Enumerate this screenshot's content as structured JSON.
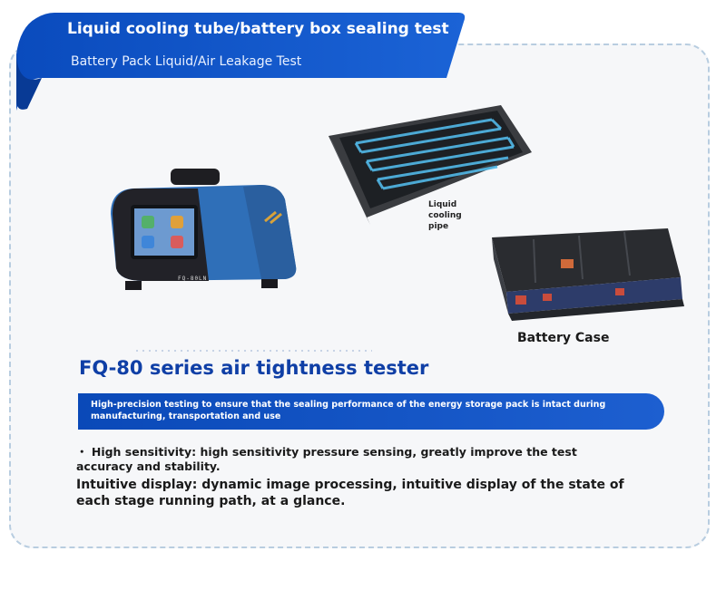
{
  "banner": {
    "title": "Liquid cooling tube/battery box sealing test",
    "subtitle": "Battery Pack Liquid/Air Leakage Test"
  },
  "images": {
    "device_label": "FQ-80LN",
    "pipe_label": "Liquid cooling pipe",
    "case_label": "Battery Case"
  },
  "product": {
    "title": "FQ-80 series air tightness tester",
    "description": "High-precision testing to ensure that the sealing performance of the energy storage pack is intact during manufacturing, transportation and use"
  },
  "features": [
    "・ High sensitivity: high sensitivity pressure sensing, greatly improve the test accuracy and stability.",
    "Intuitive display: dynamic image processing, intuitive display of the state of each stage running path, at a glance."
  ],
  "colors": {
    "accent": "#0f3fa6",
    "banner": "#0a49b8"
  }
}
